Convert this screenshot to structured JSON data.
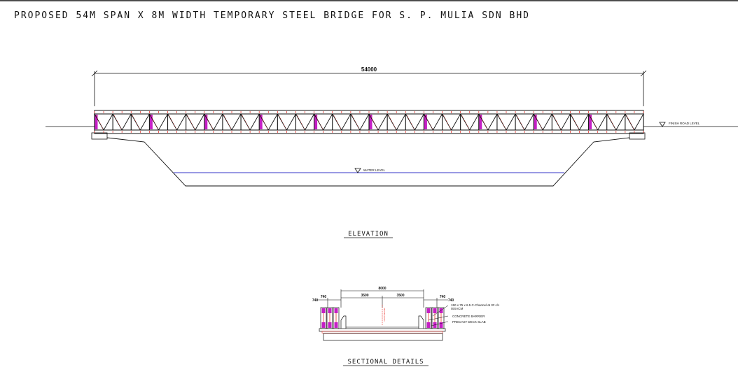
{
  "title": "PROPOSED 54M SPAN X 8M WIDTH TEMPORARY STEEL BRIDGE FOR S. P. MULIA SDN BHD",
  "elevation": {
    "span_dimension": "54000",
    "finish_road_level": "FINISH ROAD LEVEL",
    "water_level": "WATER LEVEL",
    "caption": "ELEVATION",
    "panel_count": 30
  },
  "section": {
    "overall_width": "8000",
    "lane_left": "3500",
    "lane_right": "3500",
    "side_left_outer": "740",
    "side_left_inner": "740",
    "side_right_inner": "740",
    "side_right_outer": "740",
    "note_channel": "150 x 75 x 6.5 C-Channel at 3# c/c",
    "note_channel_2": "ISSACM",
    "note_barrier": "CONCRETE BARRIER",
    "note_slab": "PRECAST DECK SLAB",
    "center_mark": "CENTRELINE",
    "caption": "SECTIONAL DETAILS"
  },
  "colors": {
    "line": "#111111",
    "member_red": "#e8322c",
    "member_magenta": "#c51fc5",
    "water": "#3434c8"
  }
}
